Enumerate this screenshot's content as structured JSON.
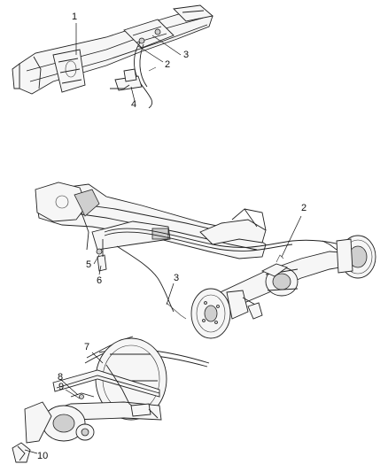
{
  "callouts": {
    "c1": "1",
    "c2a": "2",
    "c3a": "3",
    "c4": "4",
    "c2b": "2",
    "c5": "5",
    "c6": "6",
    "c3b": "3",
    "c7": "7",
    "c8": "8",
    "c9": "9",
    "c10": "10"
  }
}
